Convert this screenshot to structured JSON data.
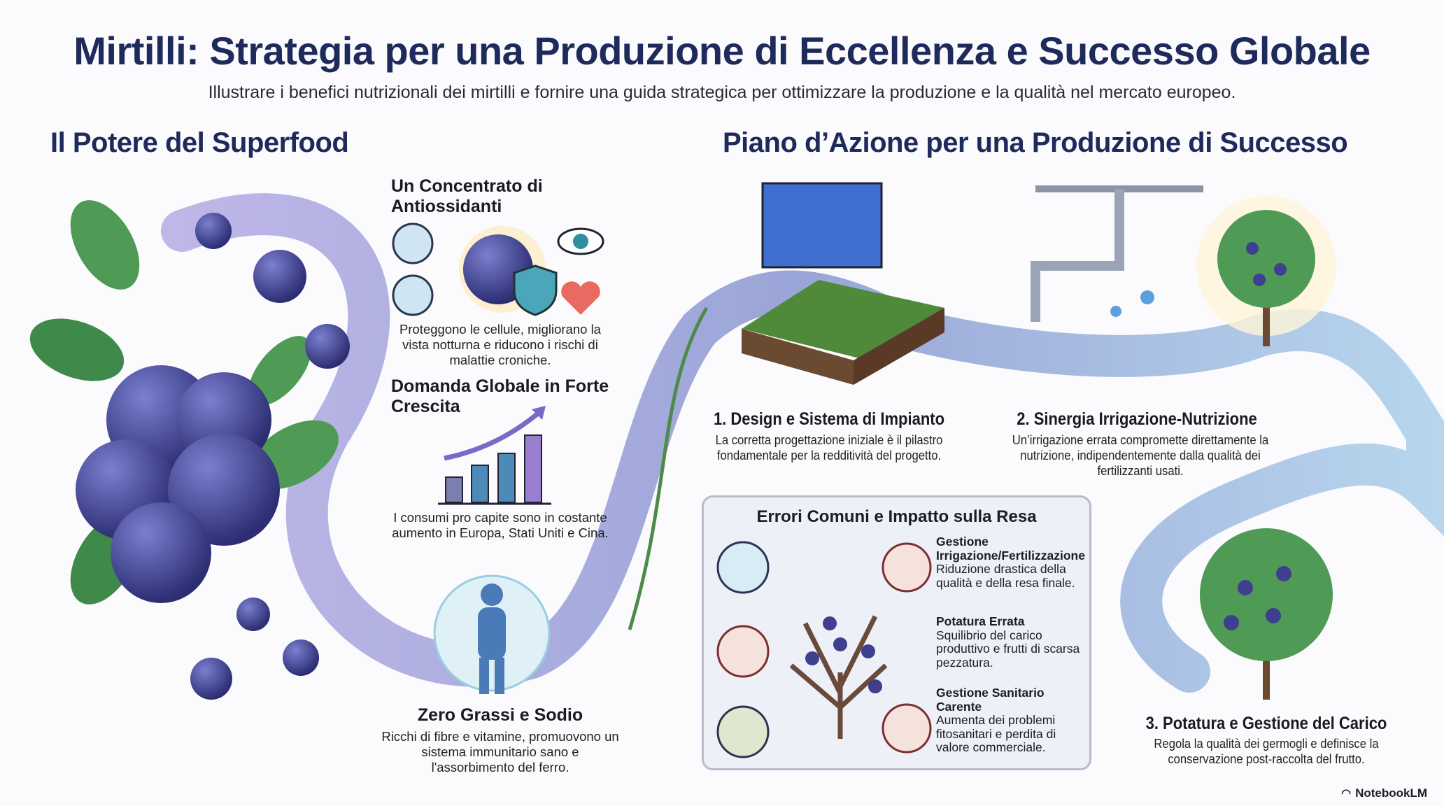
{
  "header": {
    "title": "Mirtilli: Strategia per una Produzione di Eccellenza e Successo Globale",
    "subtitle": "Illustrare i benefici nutrizionali dei mirtilli e fornire una guida strategica per ottimizzare la produzione e la qualità nel mercato europeo."
  },
  "left": {
    "title": "Il Potere del Superfood",
    "antioxidants": {
      "heading": "Un Concentrato di Antiossidanti",
      "text": "Proteggono le cellule, migliorano la vista notturna e riducono i rischi di malattie croniche."
    },
    "demand": {
      "heading": "Domanda Globale in Forte Crescita",
      "text": "I consumi pro capite sono in costante aumento in Europa, Stati Uniti e Cina."
    },
    "zero": {
      "heading": "Zero Grassi e Sodio",
      "text": "Ricchi di fibre e vitamine, promuovono un sistema immunitario sano e l'assorbimento del ferro."
    }
  },
  "right": {
    "title": "Piano d’Azione per una Produzione di Successo",
    "steps": [
      {
        "heading": "1. Design e Sistema di Impianto",
        "text": "La corretta progettazione iniziale è il pilastro fondamentale per la redditività del progetto."
      },
      {
        "heading": "2. Sinergia Irrigazione-Nutrizione",
        "text": "Un’irrigazione errata compromette direttamente la nutrizione, indipendentemente dalla qualità dei fertilizzanti usati."
      },
      {
        "heading": "3. Potatura e Gestione del Carico",
        "text": "Regola la qualità dei germogli e definisce la conservazione post-raccolta del frutto."
      }
    ],
    "errors": {
      "title": "Errori Comuni e Impatto sulla Resa",
      "items": [
        {
          "heading": "Gestione Irrigazione/Fertilizzazione",
          "text": "Riduzione drastica della qualità e della resa finale."
        },
        {
          "heading": "Potatura Errata",
          "text": "Squilibrio del carico produttivo e frutti di scarsa pezzatura."
        },
        {
          "heading": "Gestione Sanitario Carente",
          "text": "Aumenta dei problemi fitosanitari e perdita di valore commerciale."
        }
      ]
    }
  },
  "footer": {
    "brand": "NotebookLM"
  },
  "colors": {
    "title": "#1f2a5c",
    "berry": "#3e3f8f",
    "leaf": "#3f8a4a",
    "water": "#5a6fc4"
  }
}
